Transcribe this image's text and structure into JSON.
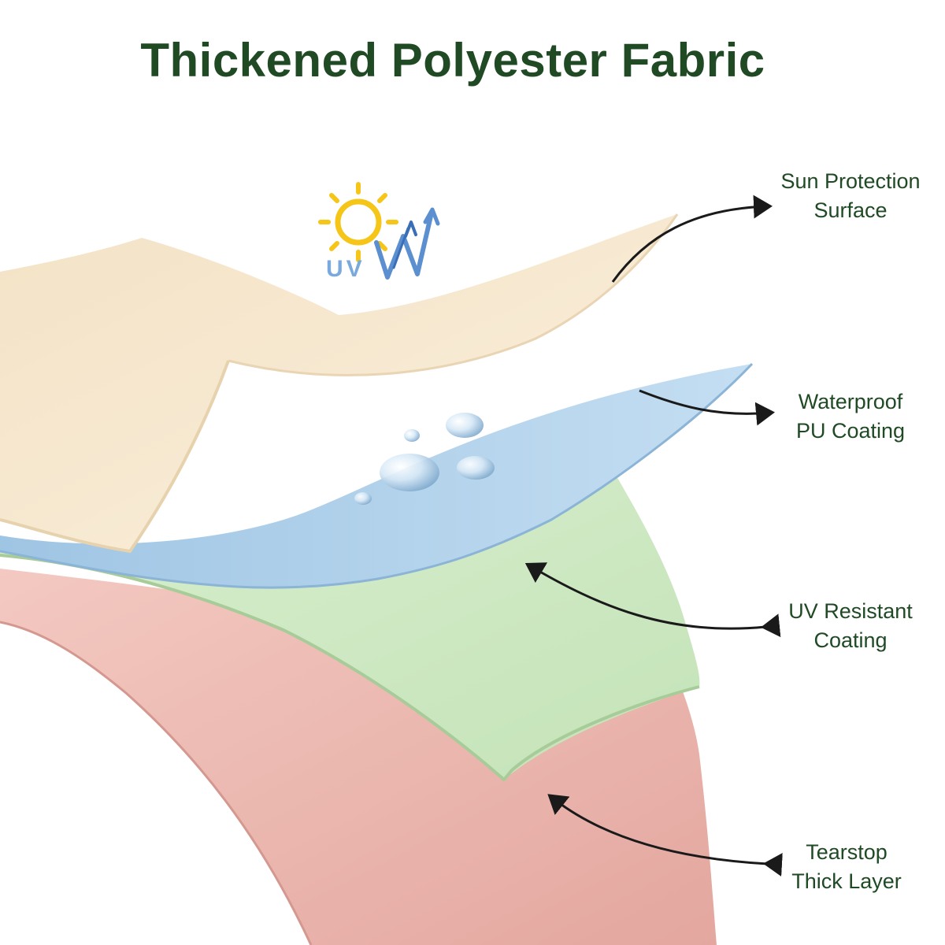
{
  "title": "Thickened Polyester Fabric",
  "badge": {
    "text": "UV",
    "icons": [
      "sun-icon",
      "uv-arrows-icon"
    ]
  },
  "layers": [
    {
      "id": "sun",
      "label_line1": "Sun Protection",
      "label_line2": "Surface",
      "color": "#f8ecd6"
    },
    {
      "id": "water",
      "label_line1": "Waterproof",
      "label_line2": "PU Coating",
      "color": "#b6d6ee"
    },
    {
      "id": "uv",
      "label_line1": "UV Resistant",
      "label_line2": "Coating",
      "color": "#cfe9c6"
    },
    {
      "id": "tear",
      "label_line1": "Tearstop",
      "label_line2": "Thick Layer",
      "color": "#eab8b0"
    }
  ],
  "colors": {
    "title": "#1f4a24",
    "label": "#1f4a24",
    "arrow": "#1a1a1a",
    "uv": "#7aa9dd",
    "sun": "#f5c518"
  }
}
